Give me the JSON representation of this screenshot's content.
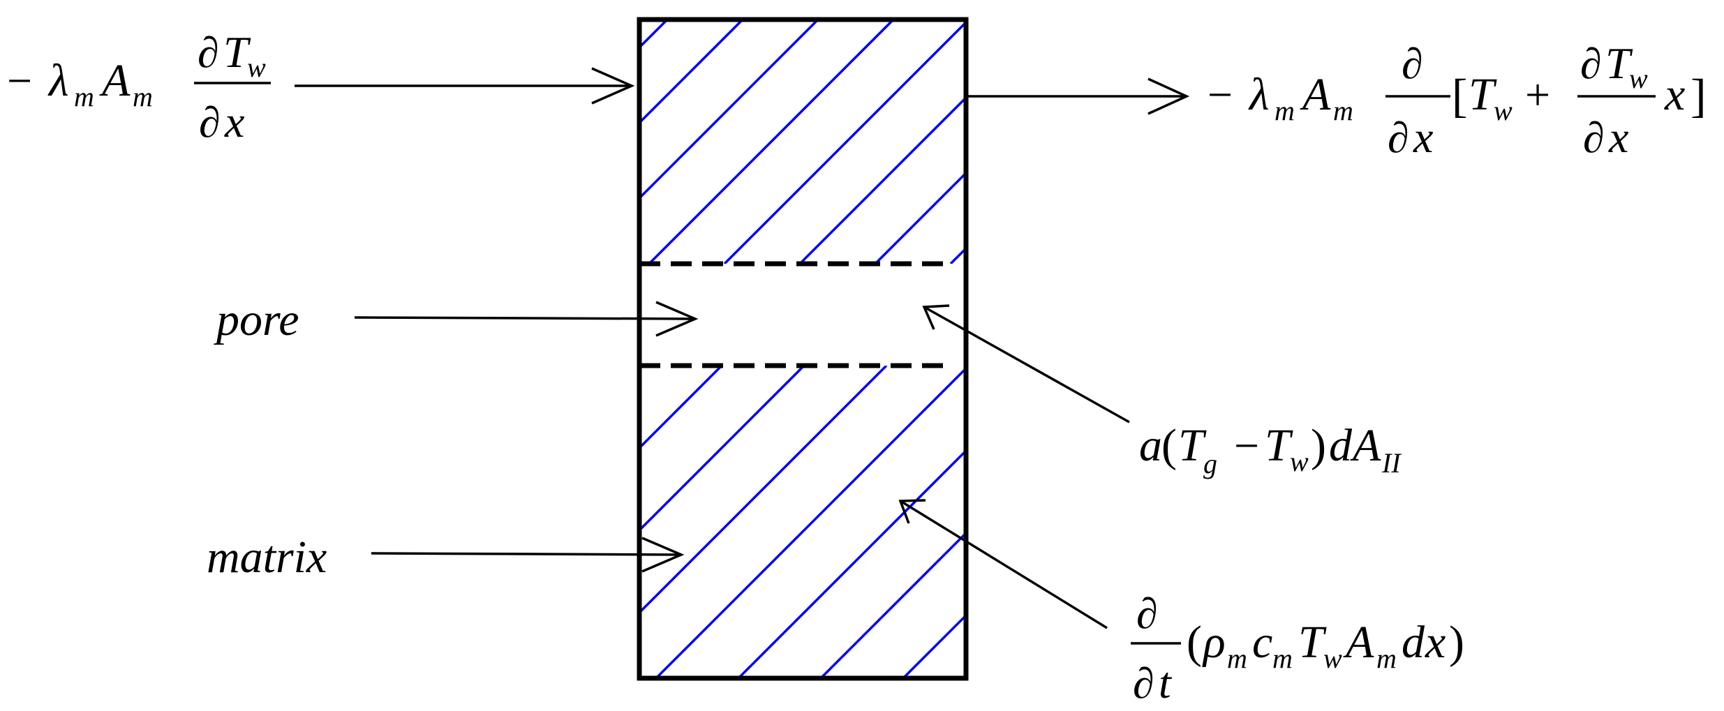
{
  "colors": {
    "outline": "#000000",
    "hatch": "#0000ff",
    "background": "#ffffff"
  },
  "labels": {
    "pore": "pore",
    "matrix": "matrix"
  },
  "equations": {
    "heat_in": "− λm Am ∂Tw/∂x",
    "heat_out": "− λm Am ∂/∂x [Tw + ∂Tw/∂x x]",
    "convection": "a(Tg − Tw)dAII",
    "storage": "∂/∂t(ρm cm Tw Am dx)"
  },
  "glyphs": {
    "minus": "−",
    "plus": "+",
    "lambda": "λ",
    "rho": "ρ",
    "partial": "∂",
    "A": "A",
    "T": "T",
    "x": "x",
    "t": "t",
    "a": "a",
    "c": "c",
    "d": "d",
    "m": "m",
    "w": "w",
    "g": "g",
    "II": "II",
    "lparen": "(",
    "rparen": ")",
    "lbracket": "[",
    "rbracket": "]"
  }
}
